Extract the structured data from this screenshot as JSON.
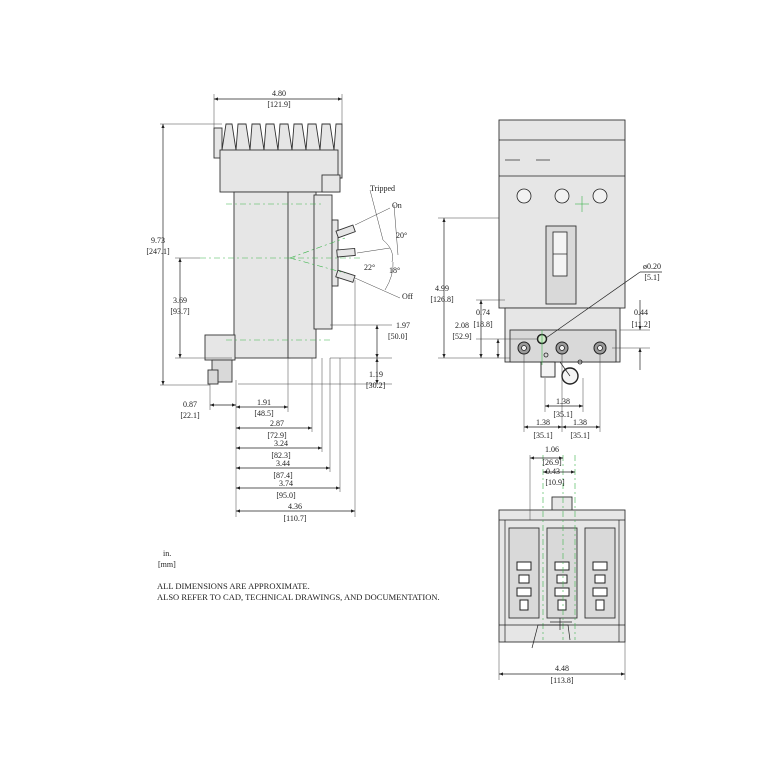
{
  "side_view": {
    "width_in": "4.80",
    "width_mm": "[121.9]",
    "height_in": "9.73",
    "height_mm": "[247.1]",
    "mount_in": "3.69",
    "mount_mm": "[93.7]",
    "handle_in": "1.97",
    "handle_mm": "[50.0]",
    "lower_in": "1.19",
    "lower_mm": "[30.2]",
    "rear_in": "0.87",
    "rear_mm": "[22.1]",
    "d1_in": "1.91",
    "d1_mm": "[48.5]",
    "d2_in": "2.87",
    "d2_mm": "[72.9]",
    "d3_in": "3.24",
    "d3_mm": "[82.3]",
    "d4_in": "3.44",
    "d4_mm": "[87.4]",
    "d5_in": "3.74",
    "d5_mm": "[95.0]",
    "d6_in": "4.36",
    "d6_mm": "[110.7]",
    "handle_positions": {
      "tripped": "Tripped",
      "on": "On",
      "off": "Off"
    },
    "angles": {
      "a1": "20°",
      "a2": "22°",
      "a3": "18°"
    }
  },
  "front_view": {
    "height_in": "4.99",
    "height_mm": "[126.8]",
    "h2_in": "2.08",
    "h2_mm": "[52.9]",
    "h3_in": "0.74",
    "h3_mm": "[18.8]",
    "hole_in": "ø0.20",
    "hole_mm": "[5.1]",
    "h4_in": "0.44",
    "h4_mm": "[11.2]",
    "pitch_in": "1.38",
    "pitch_mm": "[35.1]",
    "pitch_l_in": "1.38",
    "pitch_l_mm": "[35.1]",
    "pitch_r_in": "1.38",
    "pitch_r_mm": "[35.1]"
  },
  "bottom_view": {
    "w1_in": "1.06",
    "w1_mm": "[26.9]",
    "w2_in": "0.43",
    "w2_mm": "[10.9]",
    "width_in": "4.48",
    "width_mm": "[113.8]"
  },
  "legend": {
    "unit_in": "in.",
    "unit_mm": "[mm]"
  },
  "notes": {
    "line1": "ALL DIMENSIONS ARE APPROXIMATE.",
    "line2": "ALSO REFER TO CAD, TECHNICAL DRAWINGS, AND DOCUMENTATION."
  }
}
